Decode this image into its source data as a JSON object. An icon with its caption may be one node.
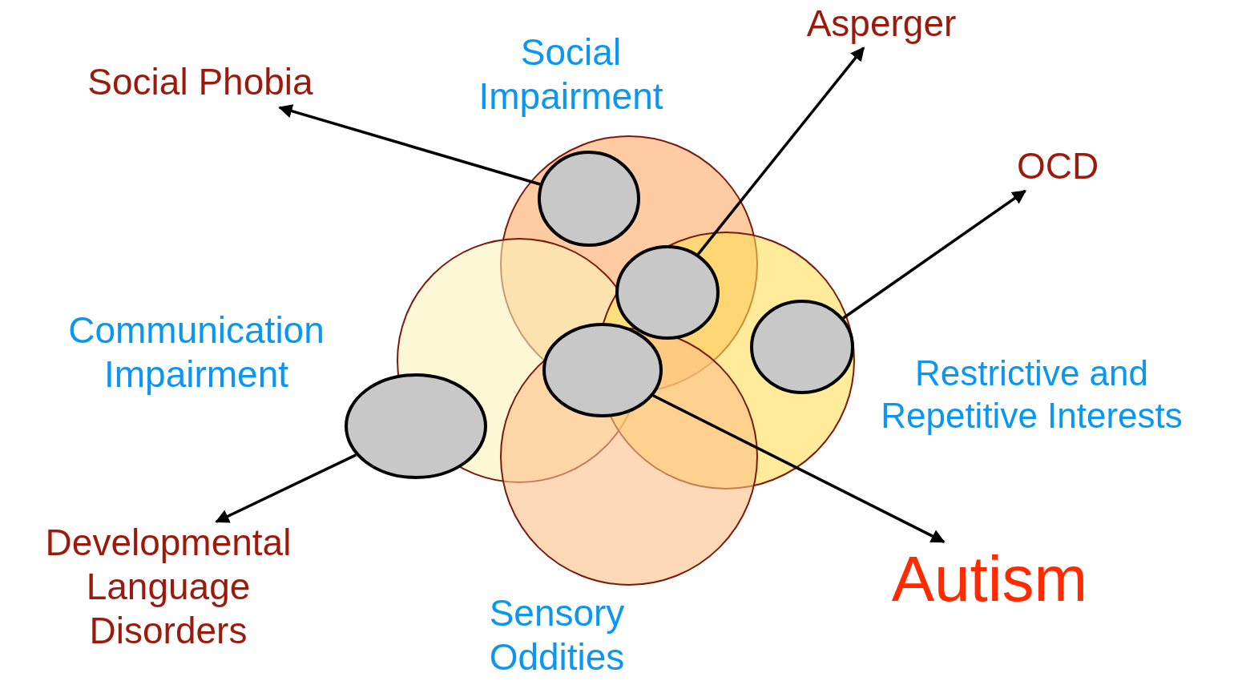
{
  "diagram": {
    "nodes": [
      {
        "text": [
          "Social Impairment"
        ]
      },
      {
        "text": [
          "Communication Impairment"
        ]
      },
      {
        "text": [
          "Restrictive and Repetitive Interests"
        ]
      },
      {
        "text": [
          "Sensory Oddities"
        ]
      },
      {
        "text": [],
        "shape": "circle",
        "in": 0
      },
      {
        "text": [],
        "shape": "circle"
      },
      {
        "text": [],
        "shape": "circle",
        "in": 2
      },
      {
        "text": [],
        "shape": "circle",
        "in": 3
      },
      {
        "text": [],
        "shape": "circle"
      },
      {
        "text": [
          "Social Phobia"
        ]
      },
      {
        "text": [
          "Asperger"
        ]
      },
      {
        "text": [
          "OCD"
        ]
      },
      {
        "text": [
          "Developmental Language Disorders"
        ]
      },
      {
        "text": [
          "Autism"
        ]
      }
    ],
    "edges": [
      {
        "from": 4,
        "to": 9,
        "arrow": "to"
      },
      {
        "from": 5,
        "to": 10,
        "arrow": "to"
      },
      {
        "from": 6,
        "to": 11,
        "arrow": "to"
      },
      {
        "from": 8,
        "to": 12,
        "arrow": "to"
      },
      {
        "from": 7,
        "to": 13,
        "arrow": "to"
      }
    ]
  }
}
